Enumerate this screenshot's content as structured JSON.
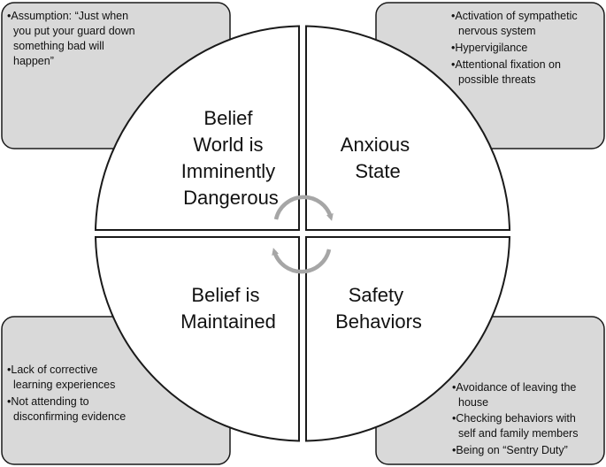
{
  "quadrants": {
    "top_left": {
      "lines": [
        "Belief",
        "World is",
        "Imminently",
        "Dangerous"
      ]
    },
    "top_right": {
      "lines": [
        "Anxious",
        "State"
      ]
    },
    "bottom_left": {
      "lines": [
        "Belief is",
        "Maintained"
      ]
    },
    "bottom_right": {
      "lines": [
        "Safety",
        "Behaviors"
      ]
    }
  },
  "boxes": {
    "top_left": {
      "lines": [
        "•Assumption: “Just when",
        "you put your guard down",
        "something bad will",
        "happen”"
      ]
    },
    "top_right": {
      "lines": [
        "•Activation of sympathetic",
        "nervous system",
        "•Hypervigilance",
        "•Attentional fixation on",
        "possible threats"
      ]
    },
    "bottom_left": {
      "lines": [
        "•Lack of corrective",
        "learning experiences",
        "•Not attending to",
        "disconfirming evidence"
      ]
    },
    "bottom_right": {
      "lines": [
        "•Avoidance of leaving the",
        "house",
        "•Checking behaviors with",
        "self and family members",
        "•Being on “Sentry Duty”"
      ]
    }
  },
  "icons": {
    "center": "cycle-arrows-icon"
  },
  "colors": {
    "box_fill": "#d9d9d9",
    "quadrant_fill": "#ffffff",
    "stroke": "#1a1a1a",
    "arrow": "#a6a6a6"
  }
}
